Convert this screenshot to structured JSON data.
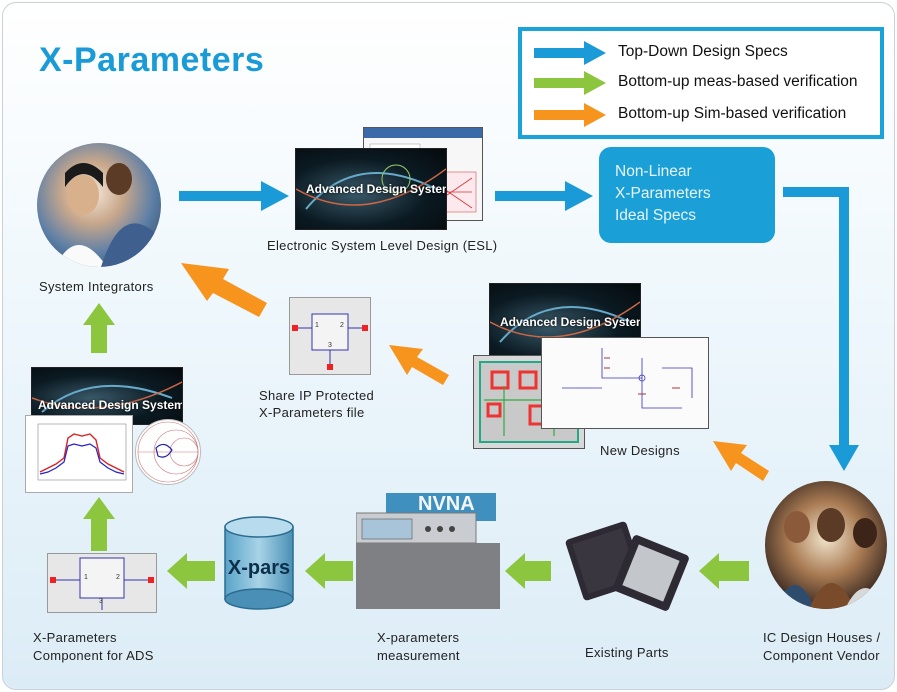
{
  "title": "X-Parameters",
  "legend": [
    {
      "label": "Top-Down Design Specs",
      "color": "#1a9bd7"
    },
    {
      "label": "Bottom-up meas-based verification",
      "color": "#8cc63f"
    },
    {
      "label": "Bottom-up Sim-based verification",
      "color": "#f7941d"
    }
  ],
  "nodes": {
    "system_integrators": "System Integrators",
    "esl": "Electronic System Level Design (ESL)",
    "share_ip_line1": "Share IP Protected",
    "share_ip_line2": "X-Parameters file",
    "new_designs": "New Designs",
    "xparams_component_line1": "X-Parameters",
    "xparams_component_line2": "Component for ADS",
    "xparams_measurement_line1": "X-parameters",
    "xparams_measurement_line2": "measurement",
    "existing_parts": "Existing Parts",
    "ic_design_line1": "IC Design Houses /",
    "ic_design_line2": "Component Vendor"
  },
  "spec_box": [
    "Non-Linear",
    "X-Parameters",
    "Ideal Specs"
  ],
  "ads_logo_text": "Advanced Design System",
  "xpars_label": "X-pars",
  "nvna_label": "NVNA",
  "component_pins": {
    "p1": "1",
    "p2": "2",
    "p3": "3"
  },
  "colors": {
    "blue": "#1a9bd7",
    "green": "#8cc63f",
    "orange": "#f7941d"
  }
}
